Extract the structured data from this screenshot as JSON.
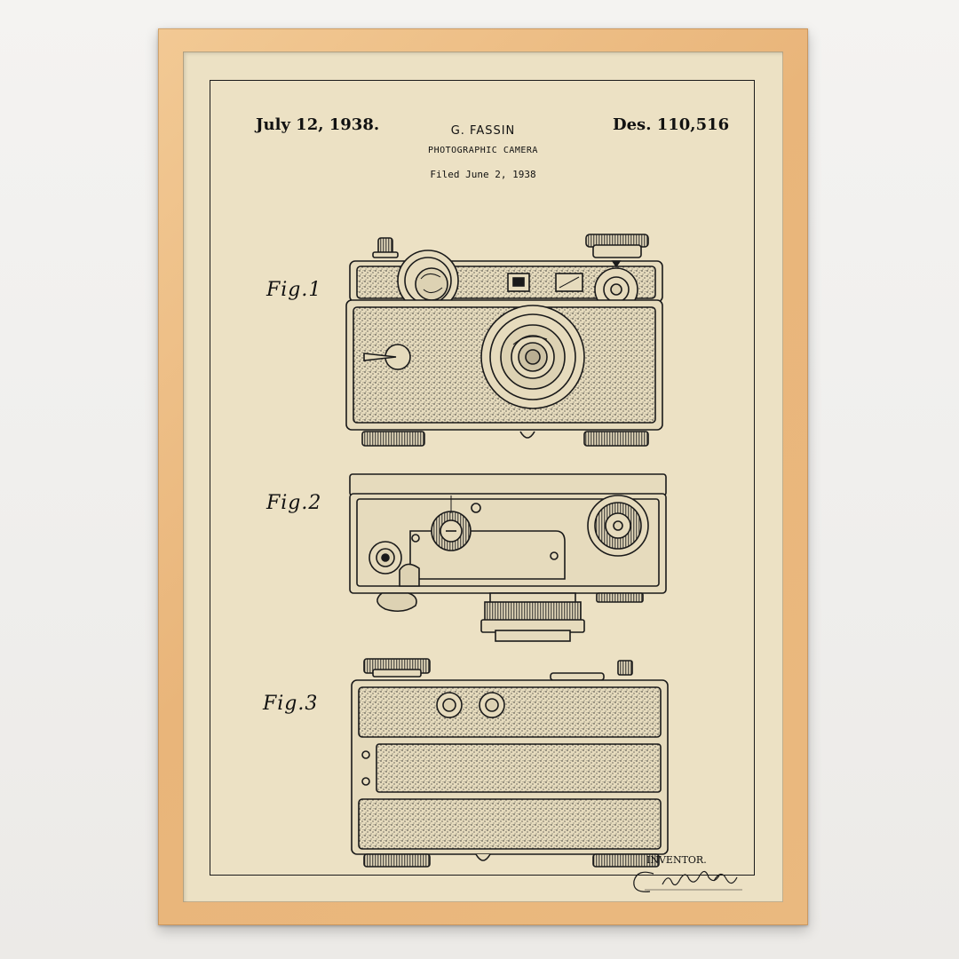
{
  "header": {
    "date": "July 12, 1938.",
    "inventor_name": "G. FASSIN",
    "title": "PHOTOGRAPHIC CAMERA",
    "filed": "Filed June 2, 1938",
    "design_number": "Des. 110,516"
  },
  "figures": [
    {
      "label": "Fig.1"
    },
    {
      "label": "Fig.2"
    },
    {
      "label": "Fig.3"
    }
  ],
  "footer": {
    "inventor_label": "INVENTOR.",
    "signature": "Gustave Fassin"
  },
  "colors": {
    "frame": "#e9b57a",
    "paper": "#ece1c4",
    "ink": "#1a1a1a"
  }
}
